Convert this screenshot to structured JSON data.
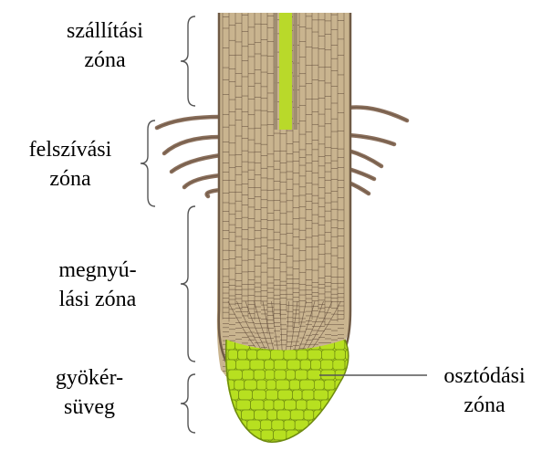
{
  "labels": {
    "transport_zone": [
      "szállítási",
      "zóna"
    ],
    "absorption_zone": [
      "felszívási",
      "zóna"
    ],
    "elongation_zone": [
      "megnyú-",
      "lási zóna"
    ],
    "root_cap": [
      "gyökér-",
      "süveg"
    ],
    "division_zone": [
      "osztódási",
      "zóna"
    ]
  },
  "colors": {
    "tissue": "#c9b48f",
    "tissue_dark": "#6f5a45",
    "cell_line": "#5b4636",
    "root_hair": "#8a6f5b",
    "stele_green": "#b9d92a",
    "cap_green": "#b7e020",
    "cap_line": "#6e8a10",
    "bracket": "#555555"
  }
}
